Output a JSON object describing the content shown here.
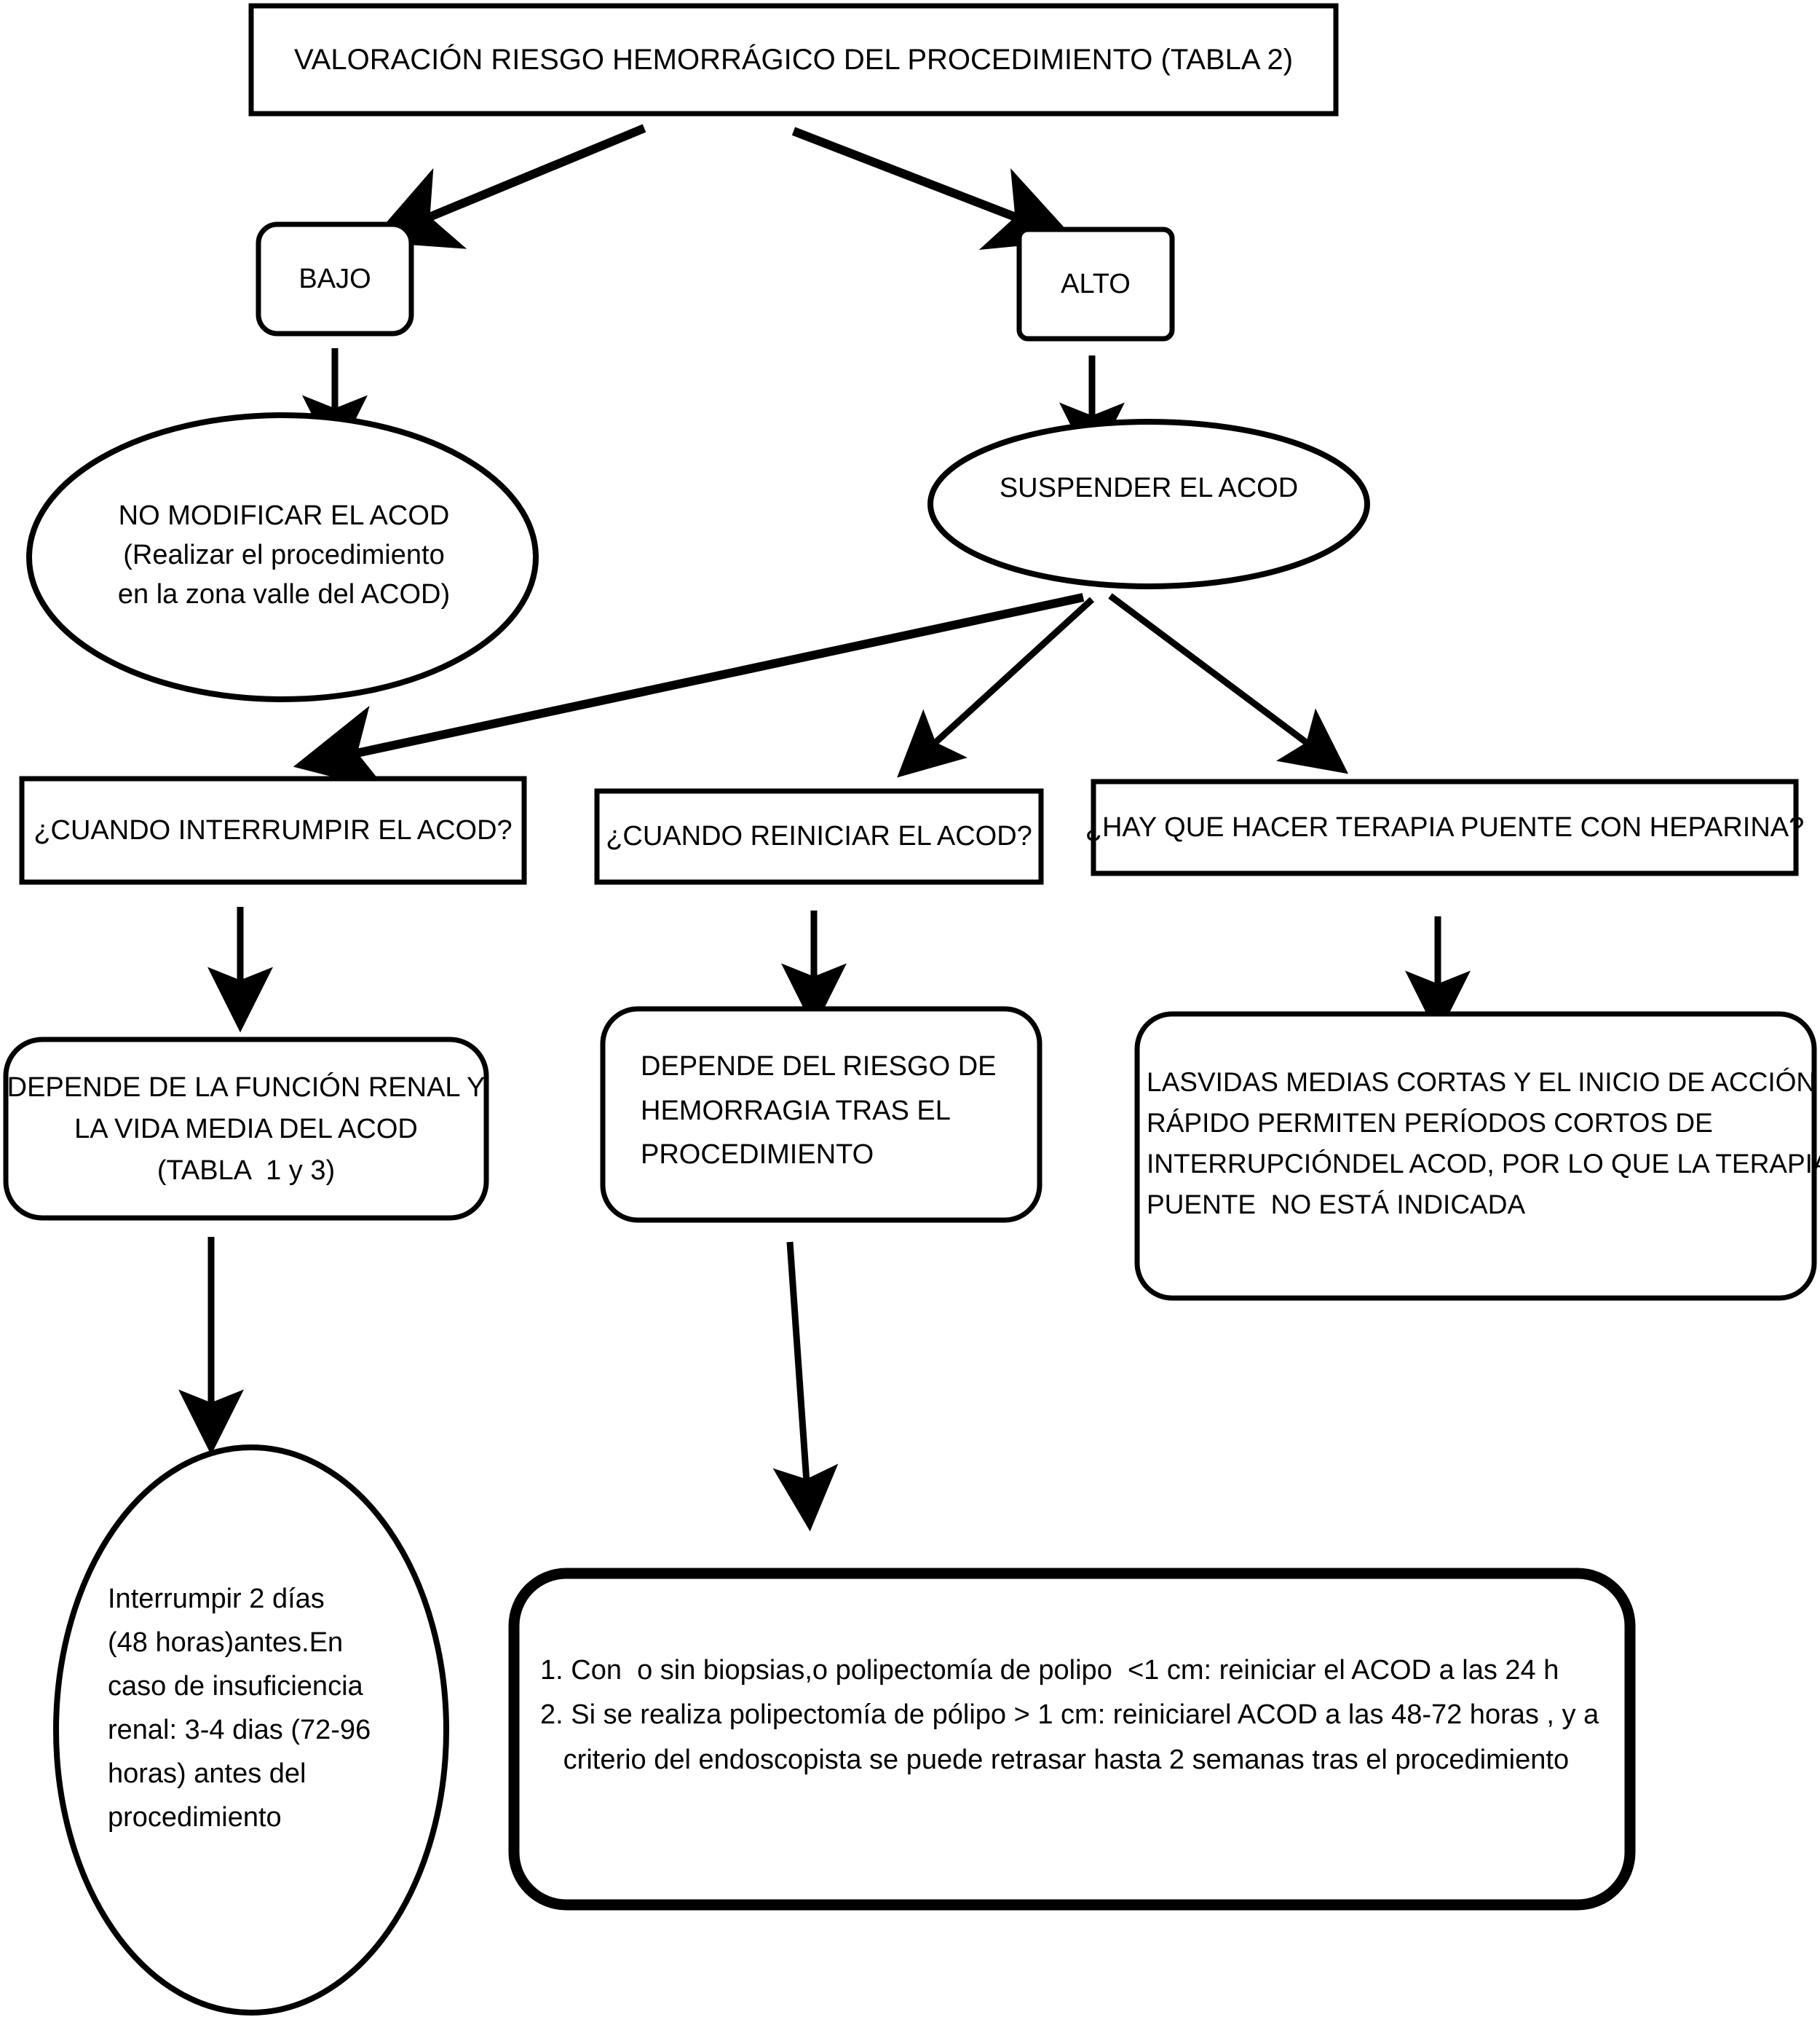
{
  "diagram": {
    "title": "VALORACIÓN RIESGO HEMORRÁGICO DEL PROCEDIMIENTO (TABLA 2)",
    "language": "es",
    "background_color": "#ffffff",
    "stroke_color": "#000000",
    "nodes": {
      "root": {
        "label": "VALORACIÓN RIESGO HEMORRÁGICO DEL PROCEDIMIENTO (TABLA 2)",
        "shape": "rectangle"
      },
      "risk_low": {
        "label": "BAJO",
        "shape": "rounded-rectangle"
      },
      "risk_high": {
        "label": "ALTO",
        "shape": "rounded-rectangle"
      },
      "no_modify": {
        "shape": "ellipse",
        "lines": [
          "NO MODIFICAR EL ACOD",
          "(Realizar el procedimiento",
          "en la zona valle del ACOD)"
        ]
      },
      "suspend": {
        "shape": "ellipse",
        "lines": [
          "SUSPENDER EL ACOD"
        ]
      },
      "q_when_interrupt": {
        "shape": "rectangle",
        "lines": [
          "¿CUANDO INTERRUMPIR EL ACOD?"
        ]
      },
      "q_when_restart": {
        "shape": "rectangle",
        "lines": [
          "¿CUANDO REINICIAR EL ACOD?"
        ]
      },
      "q_bridging": {
        "shape": "rectangle",
        "lines": [
          "¿HAY QUE HACER TERAPIA PUENTE CON HEPARINA?"
        ]
      },
      "a_renal_function": {
        "shape": "rounded-rectangle",
        "lines": [
          "DEPENDE DE LA FUNCIÓN RENAL Y",
          "LA VIDA MEDIA DEL ACOD",
          "(TABLA  1 y 3)"
        ]
      },
      "a_bleeding_risk": {
        "shape": "rounded-rectangle",
        "lines": [
          "DEPENDE DEL RIESGO DE",
          "HEMORRAGIA TRAS EL",
          "PROCEDIMIENTO"
        ]
      },
      "a_no_bridging": {
        "shape": "rounded-rectangle",
        "lines": [
          "LASVIDAS MEDIAS CORTAS Y EL INICIO DE ACCIÓN",
          "RÁPIDO PERMITEN PERÍODOS CORTOS DE",
          "INTERRUPCIÓNDEL ACOD, POR LO QUE LA TERAPIA",
          "PUENTE  NO ESTÁ INDICADA"
        ]
      },
      "a_interrupt_timing": {
        "shape": "ellipse",
        "lines": [
          "Interrumpir 2 días",
          "(48 horas)antes.En",
          "caso de insuficiencia",
          "renal: 3-4 dias (72-96",
          "horas) antes del",
          "procedimiento"
        ]
      },
      "a_restart_timing": {
        "shape": "rounded-rectangle-bold",
        "lines": [
          "1. Con  o sin biopsias,o polipectomía de polipo  <1 cm: reiniciar el ACOD a las 24 h",
          "2. Si se realiza polipectomía de pólipo > 1 cm: reiniciarel ACOD a las 48-72 horas , y a",
          "   criterio del endoscopista se puede retrasar hasta 2 semanas tras el procedimiento"
        ]
      }
    },
    "edges": [
      {
        "from": "root",
        "to": "risk_low",
        "style": "arrow-thick"
      },
      {
        "from": "root",
        "to": "risk_high",
        "style": "arrow-thick"
      },
      {
        "from": "risk_low",
        "to": "no_modify",
        "style": "arrow-thin"
      },
      {
        "from": "risk_high",
        "to": "suspend",
        "style": "arrow-thin"
      },
      {
        "from": "suspend",
        "to": "q_when_interrupt",
        "style": "arrow-thick"
      },
      {
        "from": "suspend",
        "to": "q_when_restart",
        "style": "arrow-thin"
      },
      {
        "from": "suspend",
        "to": "q_bridging",
        "style": "arrow-thin"
      },
      {
        "from": "q_when_interrupt",
        "to": "a_renal_function",
        "style": "arrow-thin"
      },
      {
        "from": "q_when_restart",
        "to": "a_bleeding_risk",
        "style": "arrow-thin"
      },
      {
        "from": "q_bridging",
        "to": "a_no_bridging",
        "style": "arrow-thin"
      },
      {
        "from": "a_renal_function",
        "to": "a_interrupt_timing",
        "style": "arrow-thin"
      },
      {
        "from": "a_bleeding_risk",
        "to": "a_restart_timing",
        "style": "arrow-thin"
      }
    ]
  }
}
